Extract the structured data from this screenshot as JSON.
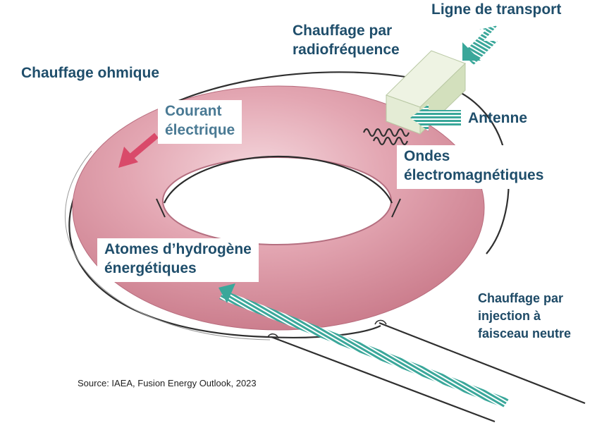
{
  "labels": {
    "transport_line": "Ligne de transport",
    "rf_heating": [
      "Chauffage par",
      "radiofréquence"
    ],
    "ohmic_heating": "Chauffage ohmique",
    "electric_current": [
      "Courant",
      "électrique"
    ],
    "antenna": "Antenne",
    "em_waves": [
      "Ondes",
      "électromagnétiques"
    ],
    "hydrogen_atoms": [
      "Atomes d’hydrogène",
      "énergétiques"
    ],
    "nbi_heating": [
      "Chauffage par",
      "injection à",
      "faisceau neutre"
    ]
  },
  "source": "Source: IAEA, Fusion Energy Outlook, 2023",
  "colors": {
    "torus": "#d9919f",
    "torus_highlight": "#f4d6dc",
    "label_text": "#1f4e6b",
    "teal_arrow": "#3aa79a",
    "red_arrow": "#d94a6a",
    "antenna_box": "#dce7c9",
    "wave": "#333333",
    "outline": "#3a3a3a"
  },
  "icons": {
    "current_arrow": "arrow-icon",
    "transport_arrow": "hatched-arrow-icon",
    "antenna_arrow": "hatched-arrow-icon",
    "beam_arrow": "hatched-arrow-icon",
    "waves": "wave-icon"
  }
}
